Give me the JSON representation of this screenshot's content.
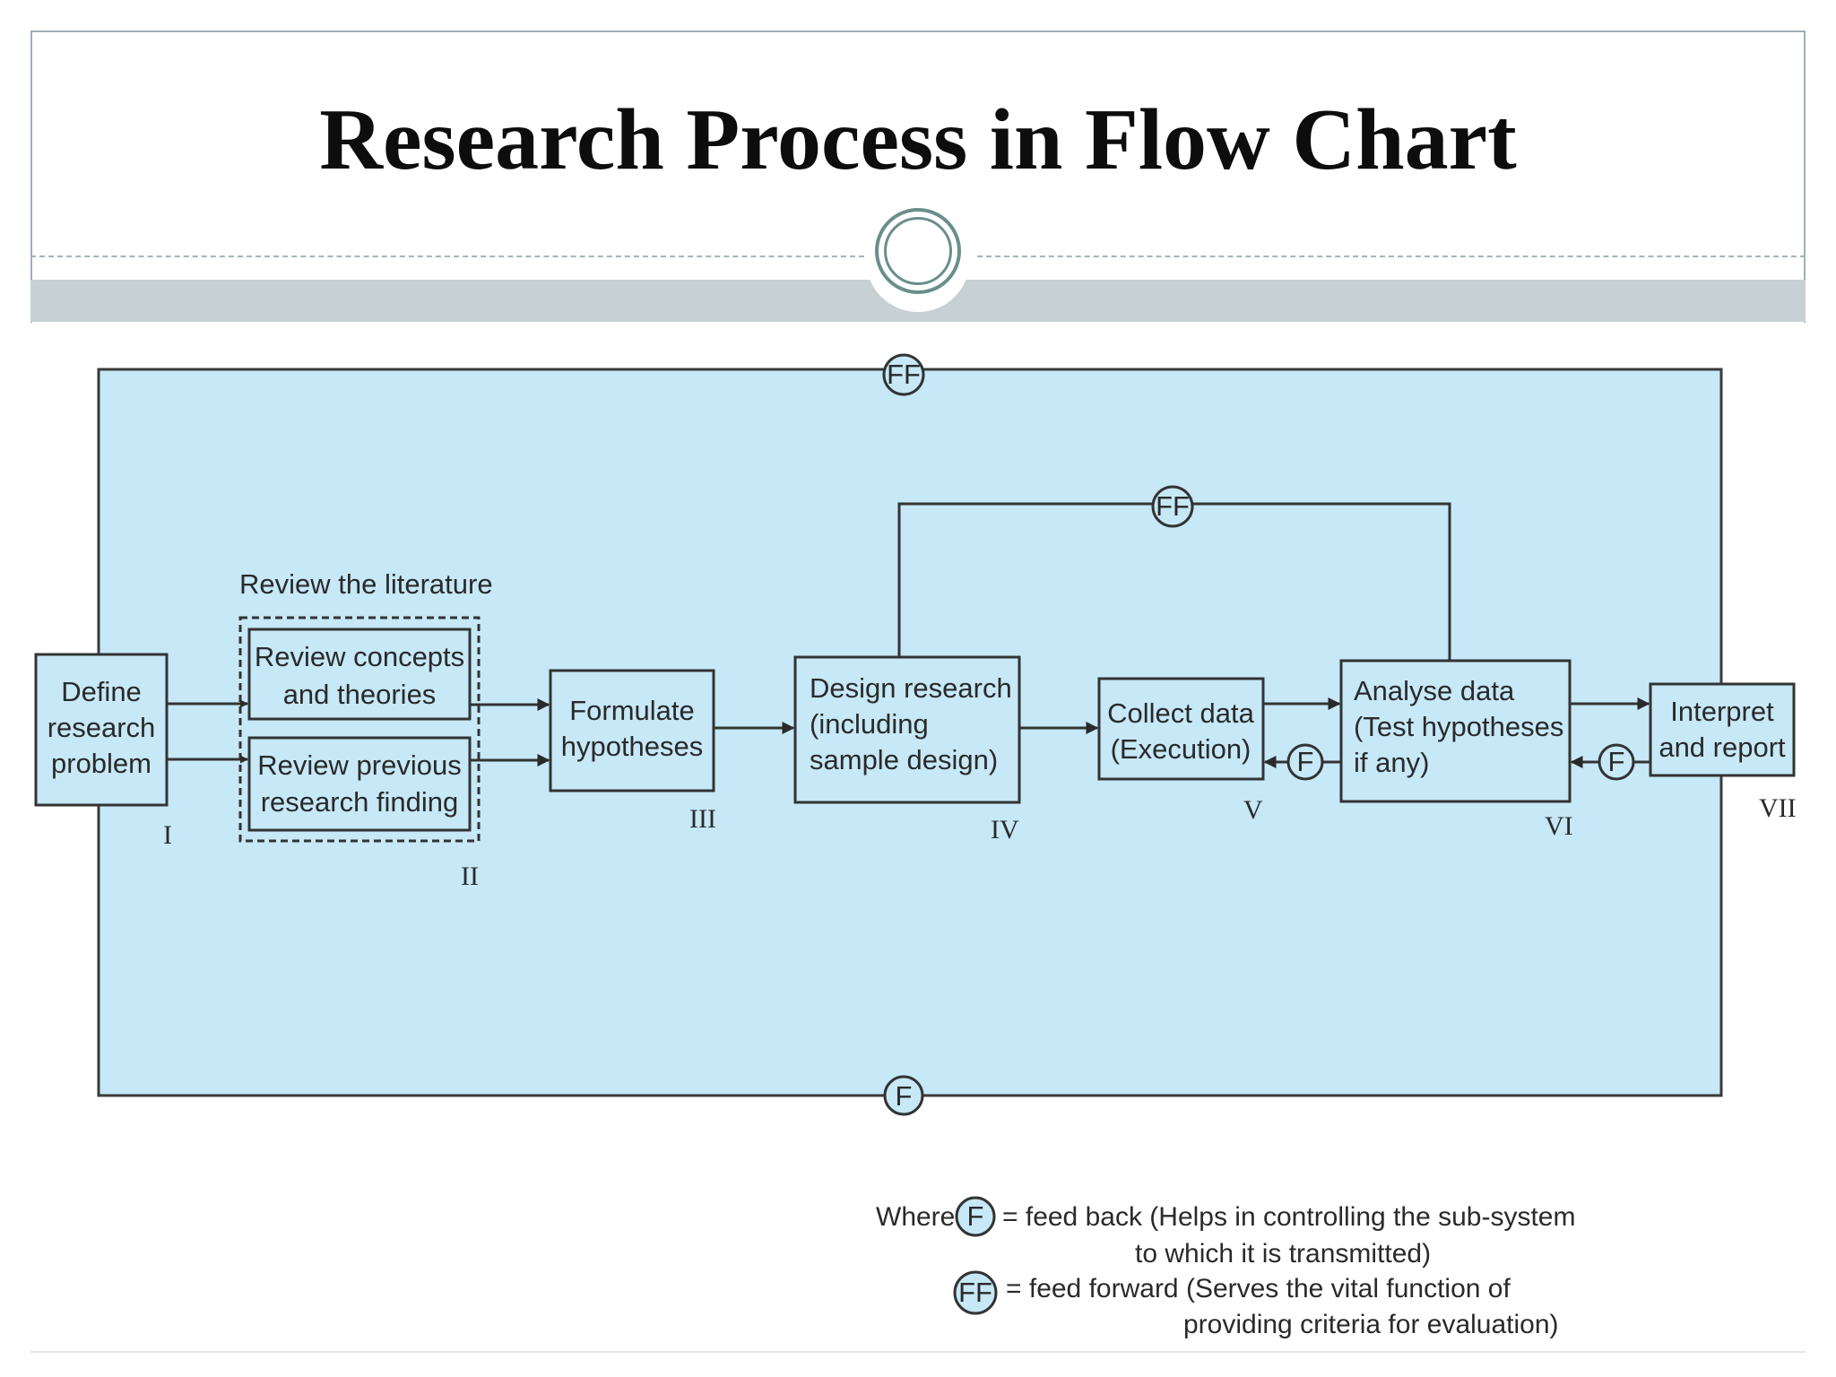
{
  "title": "Research Process in Flow Chart",
  "nodes": {
    "define": [
      "Define",
      "research",
      "problem"
    ],
    "review_concepts": [
      "Review concepts",
      "and theories"
    ],
    "review_findings": [
      "Review previous",
      "research finding"
    ],
    "hypotheses": [
      "Formulate",
      "hypotheses"
    ],
    "design": [
      "Design research",
      "(including",
      "sample design)"
    ],
    "collect": [
      "Collect data",
      "(Execution)"
    ],
    "analyse": [
      "Analyse data",
      "(Test hypotheses",
      "if any)"
    ],
    "interpret": [
      "Interpret",
      "and report"
    ]
  },
  "literature_label": "Review the literature",
  "roman": {
    "i": "I",
    "ii": "II",
    "iii": "III",
    "iv": "IV",
    "v": "V",
    "vi": "VI",
    "vii": "VII"
  },
  "marks": {
    "f": "F",
    "ff": "FF"
  },
  "legend": {
    "where": "Where",
    "f_line1": "= feed back (Helps in controlling the sub-system",
    "f_line2": "to which it is transmitted)",
    "ff_line1": "= feed forward (Serves the vital function of",
    "ff_line2": "providing criteria for evaluation)"
  },
  "colors": {
    "panel_fill": "#c6e8f7",
    "line": "#333333",
    "ornament": "#6a8f8b",
    "band": "#c7d1d4"
  }
}
